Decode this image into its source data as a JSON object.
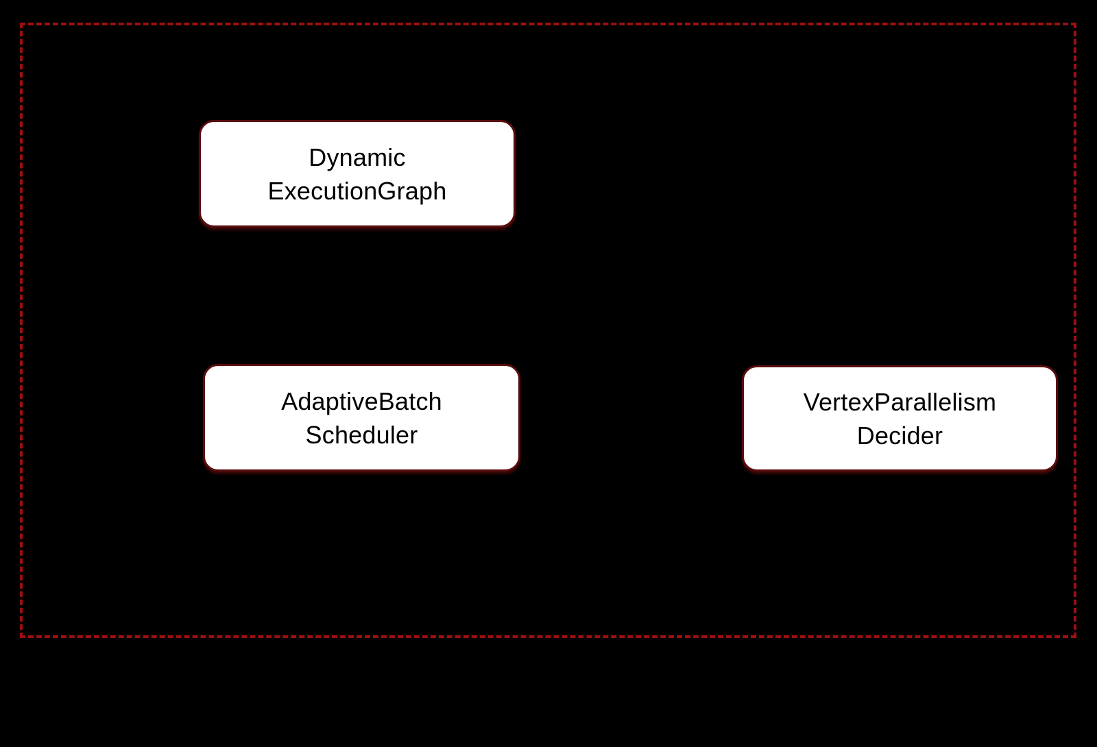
{
  "colors": {
    "background": "#000000",
    "boundary_dash": "#9e1010",
    "node_fill": "#ffffff",
    "node_border": "#5a0d0d",
    "node_text": "#000000"
  },
  "nodes": {
    "dynamic_execution_graph": {
      "line1": "Dynamic",
      "line2": "ExecutionGraph"
    },
    "adaptive_batch_scheduler": {
      "line1": "AdaptiveBatch",
      "line2": "Scheduler"
    },
    "vertex_parallelism_decider": {
      "line1": "VertexParallelism",
      "line2": "Decider"
    }
  }
}
